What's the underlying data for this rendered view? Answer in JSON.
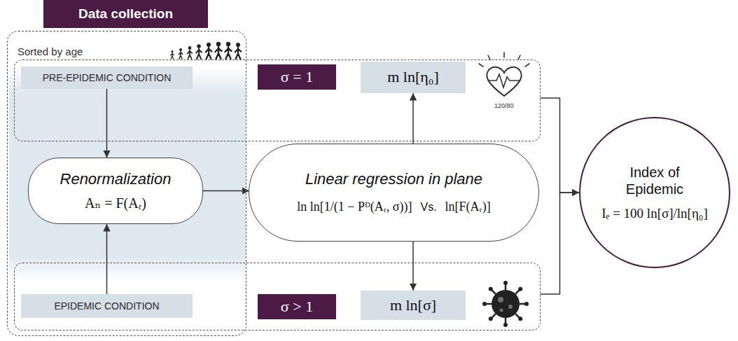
{
  "diagram": {
    "nodes": [
      {
        "text": [
          "Data collection"
        ]
      },
      {
        "text": [
          "Sorted by age"
        ]
      },
      {
        "text": []
      },
      {
        "text": [
          "PRE-EPIDEMIC CONDITION"
        ],
        "in": 2
      },
      {
        "text": [
          "σ = 1"
        ],
        "in": 2
      },
      {
        "text": [
          "m ln[η₀]"
        ],
        "in": 2
      },
      {
        "text": [
          "Renormalization",
          "Aₙ = F(Aᵣ)"
        ],
        "in": 1
      },
      {
        "text": [
          "Linear regression in plane",
          "ln ln[1/(1 − Pᴰ(Aᵣ, σ))]",
          "Vs.",
          "ln[F(Aᵣ)]"
        ]
      },
      {
        "text": [
          "Index of Epidemic",
          "Iₑ = 100 ln[σ]/ln[η₀]"
        ]
      },
      {
        "text": []
      },
      {
        "text": [
          "EPIDEMIC CONDITION"
        ],
        "in": 9
      },
      {
        "text": [
          "σ > 1"
        ],
        "in": 9
      },
      {
        "text": [
          "m ln[σ]"
        ],
        "in": 9
      }
    ],
    "edges": [
      {
        "from": 3,
        "to": 6,
        "arrow": "to"
      },
      {
        "from": 10,
        "to": 6,
        "arrow": "to"
      },
      {
        "from": 6,
        "to": 7,
        "arrow": "to"
      },
      {
        "from": 7,
        "to": 5,
        "arrow": "to"
      },
      {
        "from": 7,
        "to": 12,
        "arrow": "to"
      },
      {
        "from": 2,
        "to": 8,
        "arrow": "to"
      },
      {
        "from": 9,
        "to": 8,
        "arrow": "to"
      }
    ],
    "labels": [
      "120/80"
    ]
  }
}
